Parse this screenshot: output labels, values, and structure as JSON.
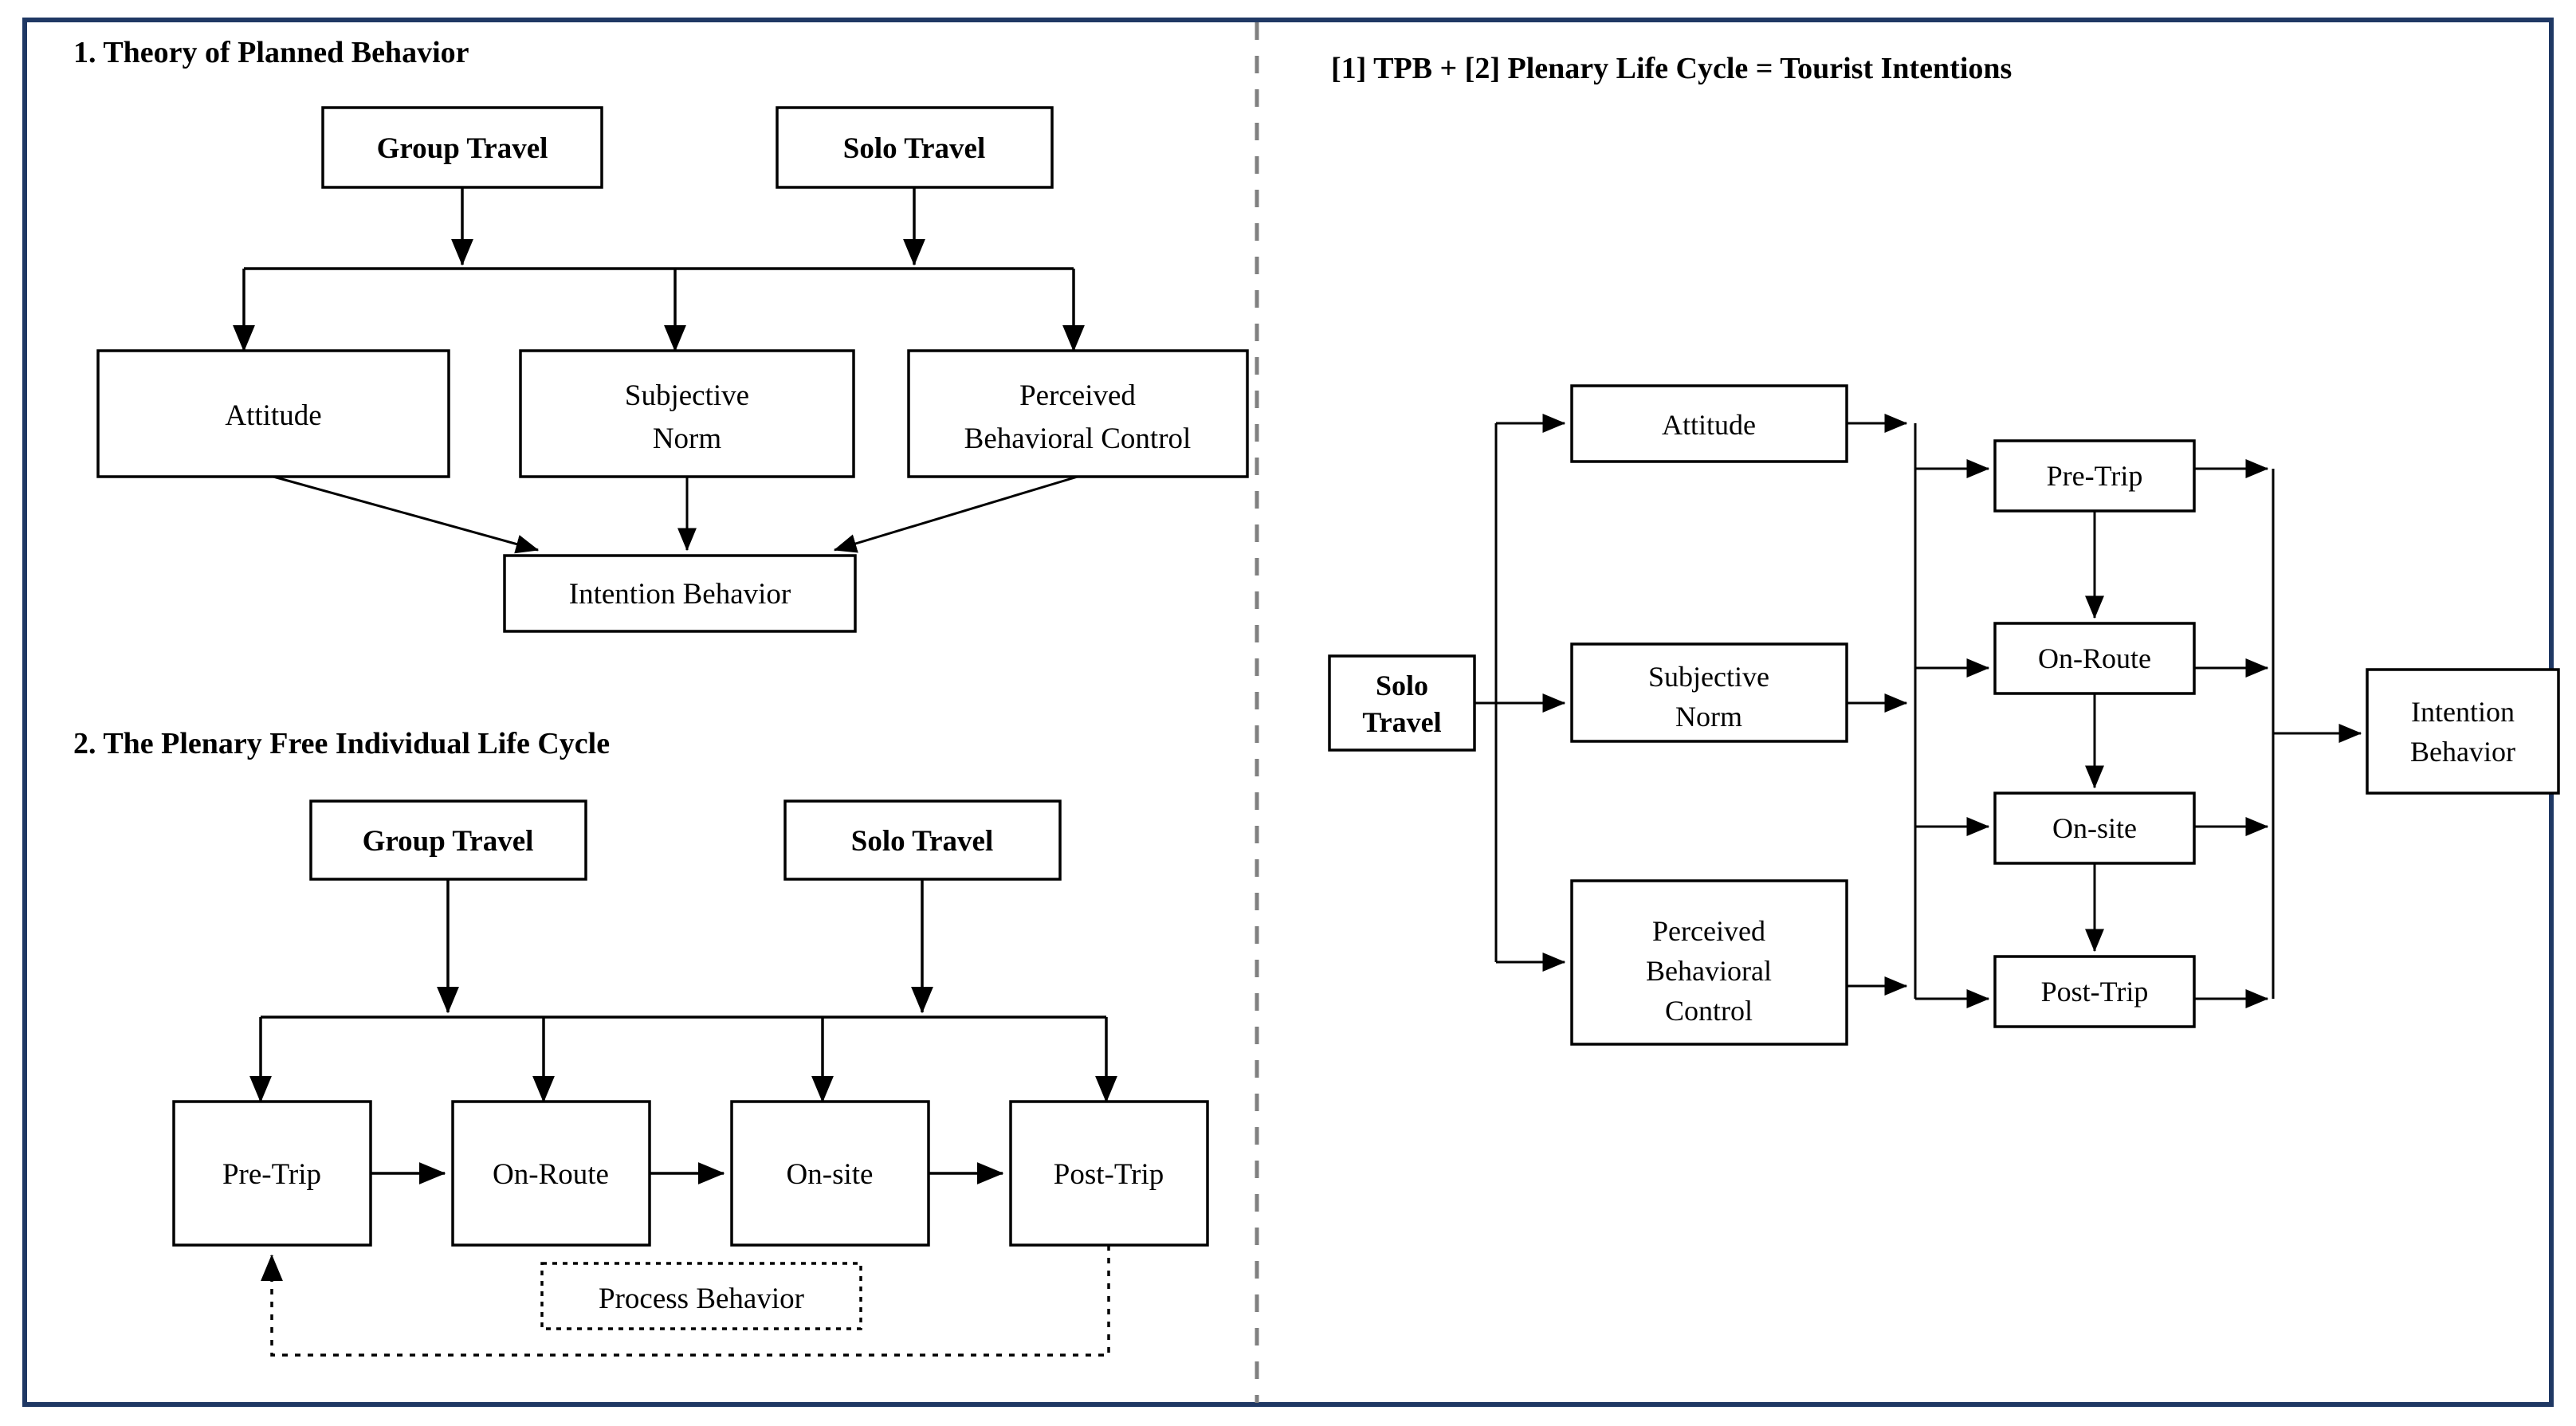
{
  "figure": {
    "border_color": "#1f3864",
    "divider_color": "#808080"
  },
  "left_panel": {
    "section1": {
      "heading": "1. Theory of Planned Behavior",
      "sources": [
        {
          "id": "group-travel",
          "label": "Group Travel"
        },
        {
          "id": "solo-travel",
          "label": "Solo Travel"
        }
      ],
      "constructs": [
        {
          "id": "attitude",
          "label": "Attitude"
        },
        {
          "id": "subjective-norm",
          "line1": "Subjective",
          "line2": "Norm"
        },
        {
          "id": "perceived-behavioral-control",
          "line1": "Perceived",
          "line2": "Behavioral Control"
        }
      ],
      "outcome": {
        "id": "intention-behavior",
        "label": "Intention Behavior"
      }
    },
    "section2": {
      "heading": "2. The Plenary Free Individual Life Cycle",
      "sources": [
        {
          "id": "group-travel",
          "label": "Group Travel"
        },
        {
          "id": "solo-travel",
          "label": "Solo Travel"
        }
      ],
      "stages": [
        {
          "id": "pre-trip",
          "label": "Pre-Trip"
        },
        {
          "id": "on-route",
          "label": "On-Route"
        },
        {
          "id": "on-site",
          "label": "On-site"
        },
        {
          "id": "post-trip",
          "label": "Post-Trip"
        }
      ],
      "feedback": {
        "id": "process-behavior",
        "label": "Process Behavior"
      }
    }
  },
  "right_panel": {
    "heading": "[1] TPB + [2] Plenary Life Cycle = Tourist Intentions",
    "source": {
      "id": "solo-travel",
      "line1": "Solo",
      "line2": "Travel"
    },
    "constructs": [
      {
        "id": "attitude",
        "label": "Attitude"
      },
      {
        "id": "subjective-norm",
        "line1": "Subjective",
        "line2": "Norm"
      },
      {
        "id": "perceived-behavioral-control",
        "line1": "Perceived",
        "line2": "Behavioral",
        "line3": "Control"
      }
    ],
    "stages": [
      {
        "id": "pre-trip",
        "label": "Pre-Trip"
      },
      {
        "id": "on-route",
        "label": "On-Route"
      },
      {
        "id": "on-site",
        "label": "On-site"
      },
      {
        "id": "post-trip",
        "label": "Post-Trip"
      }
    ],
    "outcome": {
      "id": "intention-behavior",
      "line1": "Intention",
      "line2": "Behavior"
    }
  }
}
